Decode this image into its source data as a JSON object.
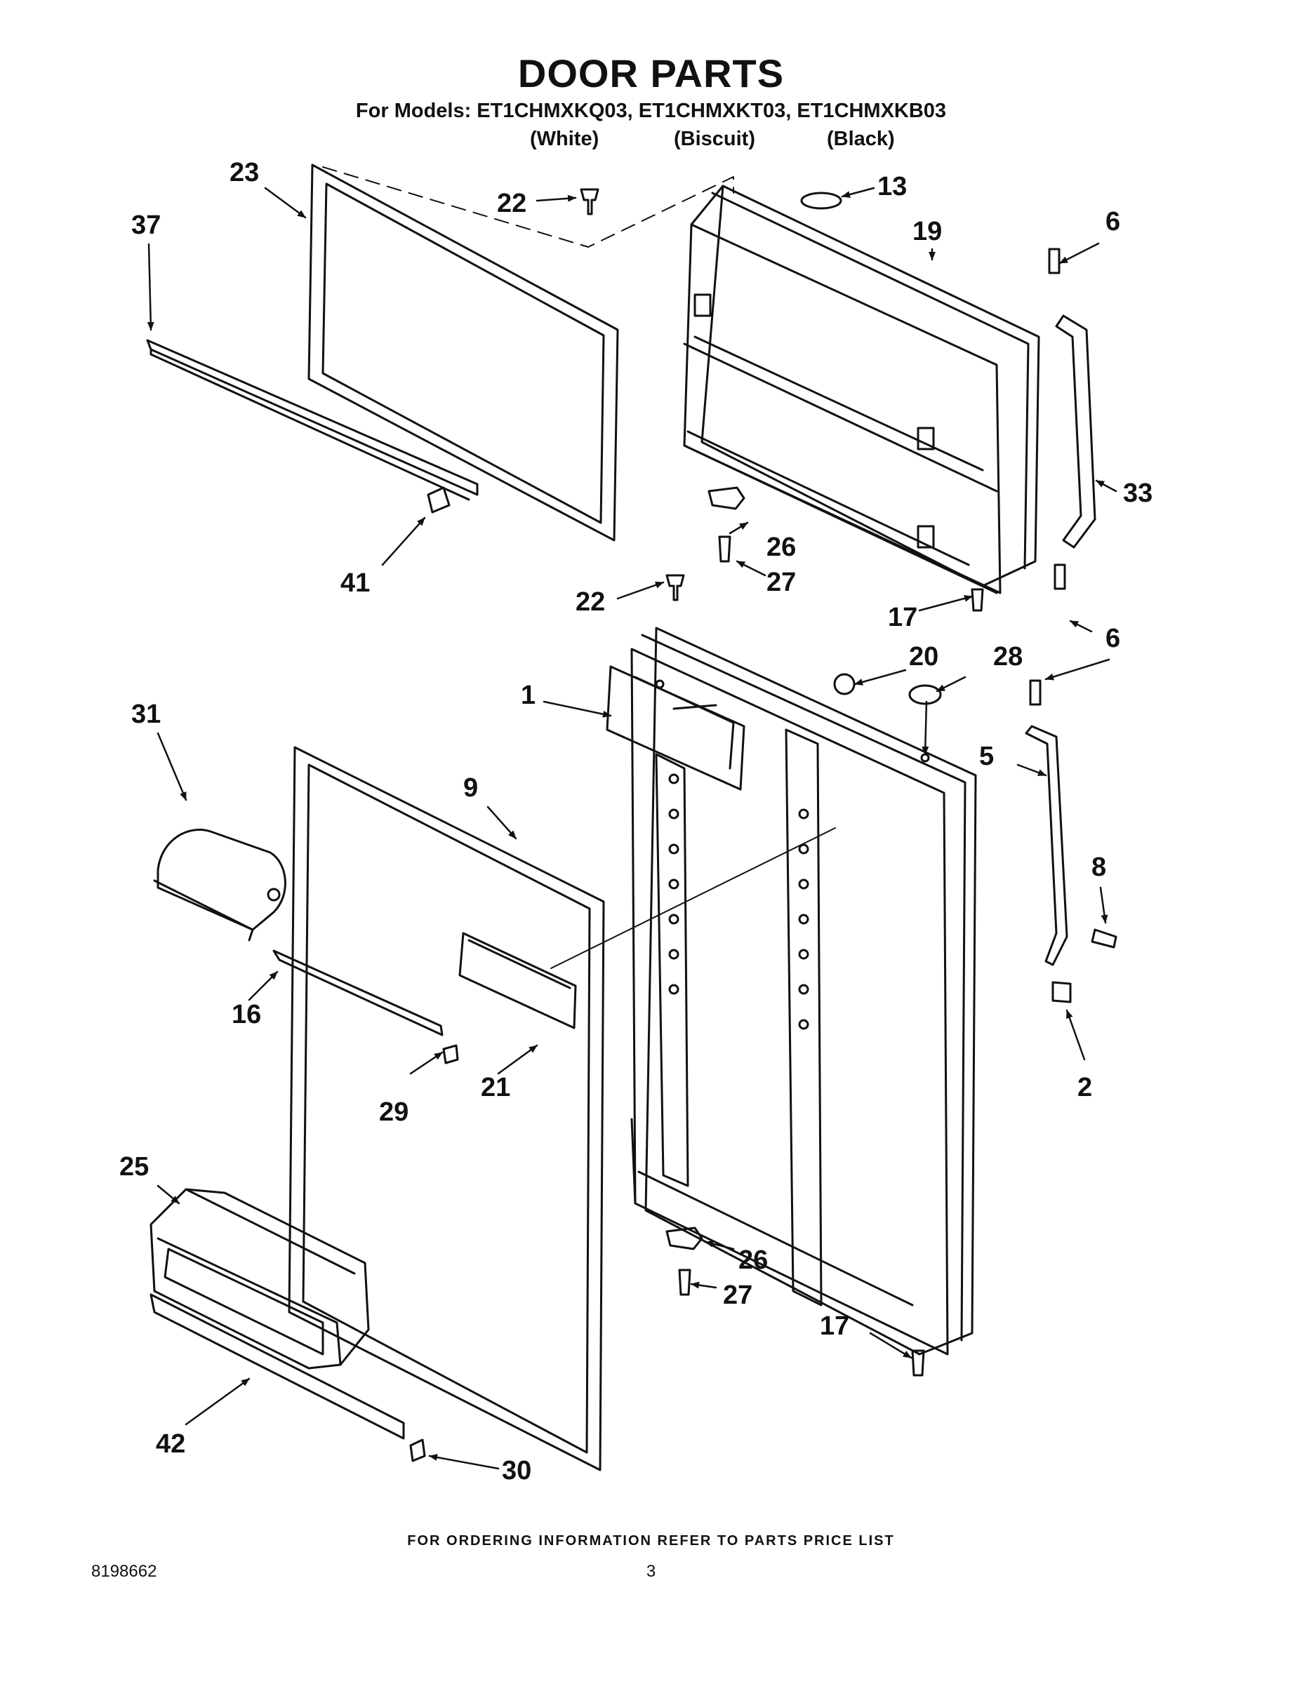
{
  "header": {
    "title": "DOOR PARTS",
    "models_line": "For Models: ET1CHMXKQ03, ET1CHMXKT03, ET1CHMXKB03",
    "colors": [
      "(White)",
      "(Biscuit)",
      "(Black)"
    ]
  },
  "callouts": {
    "c1": "1",
    "c2": "2",
    "c5": "5",
    "c6a": "6",
    "c6b": "6",
    "c8": "8",
    "c9": "9",
    "c13": "13",
    "c16": "16",
    "c17a": "17",
    "c17b": "17",
    "c19": "19",
    "c20": "20",
    "c21": "21",
    "c22a": "22",
    "c22b": "22",
    "c23": "23",
    "c25": "25",
    "c26a": "26",
    "c26b": "26",
    "c27a": "27",
    "c27b": "27",
    "c28": "28",
    "c29": "29",
    "c30": "30",
    "c31": "31",
    "c33": "33",
    "c37": "37",
    "c41": "41",
    "c42": "42"
  },
  "footer": {
    "ordering_note": "FOR ORDERING INFORMATION REFER TO PARTS PRICE LIST",
    "doc_number": "8198662",
    "page_number": "3"
  }
}
